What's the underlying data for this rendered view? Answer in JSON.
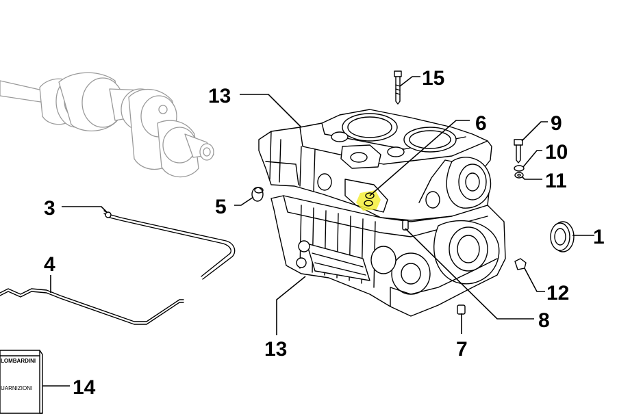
{
  "labels": {
    "p1": "1",
    "p3": "3",
    "p4": "4",
    "p5": "5",
    "p6": "6",
    "p7": "7",
    "p8": "8",
    "p9": "9",
    "p10": "10",
    "p11": "11",
    "p12": "12",
    "p13_top": "13",
    "p13_bottom": "13",
    "p14": "14",
    "p15": "15"
  },
  "kit_box": {
    "brand": "LOMBARDINI",
    "text": "UARNIZIONI"
  },
  "colors": {
    "highlight": "#f5ef3a",
    "ink": "#000000",
    "ghost": "#9a9a9a"
  }
}
